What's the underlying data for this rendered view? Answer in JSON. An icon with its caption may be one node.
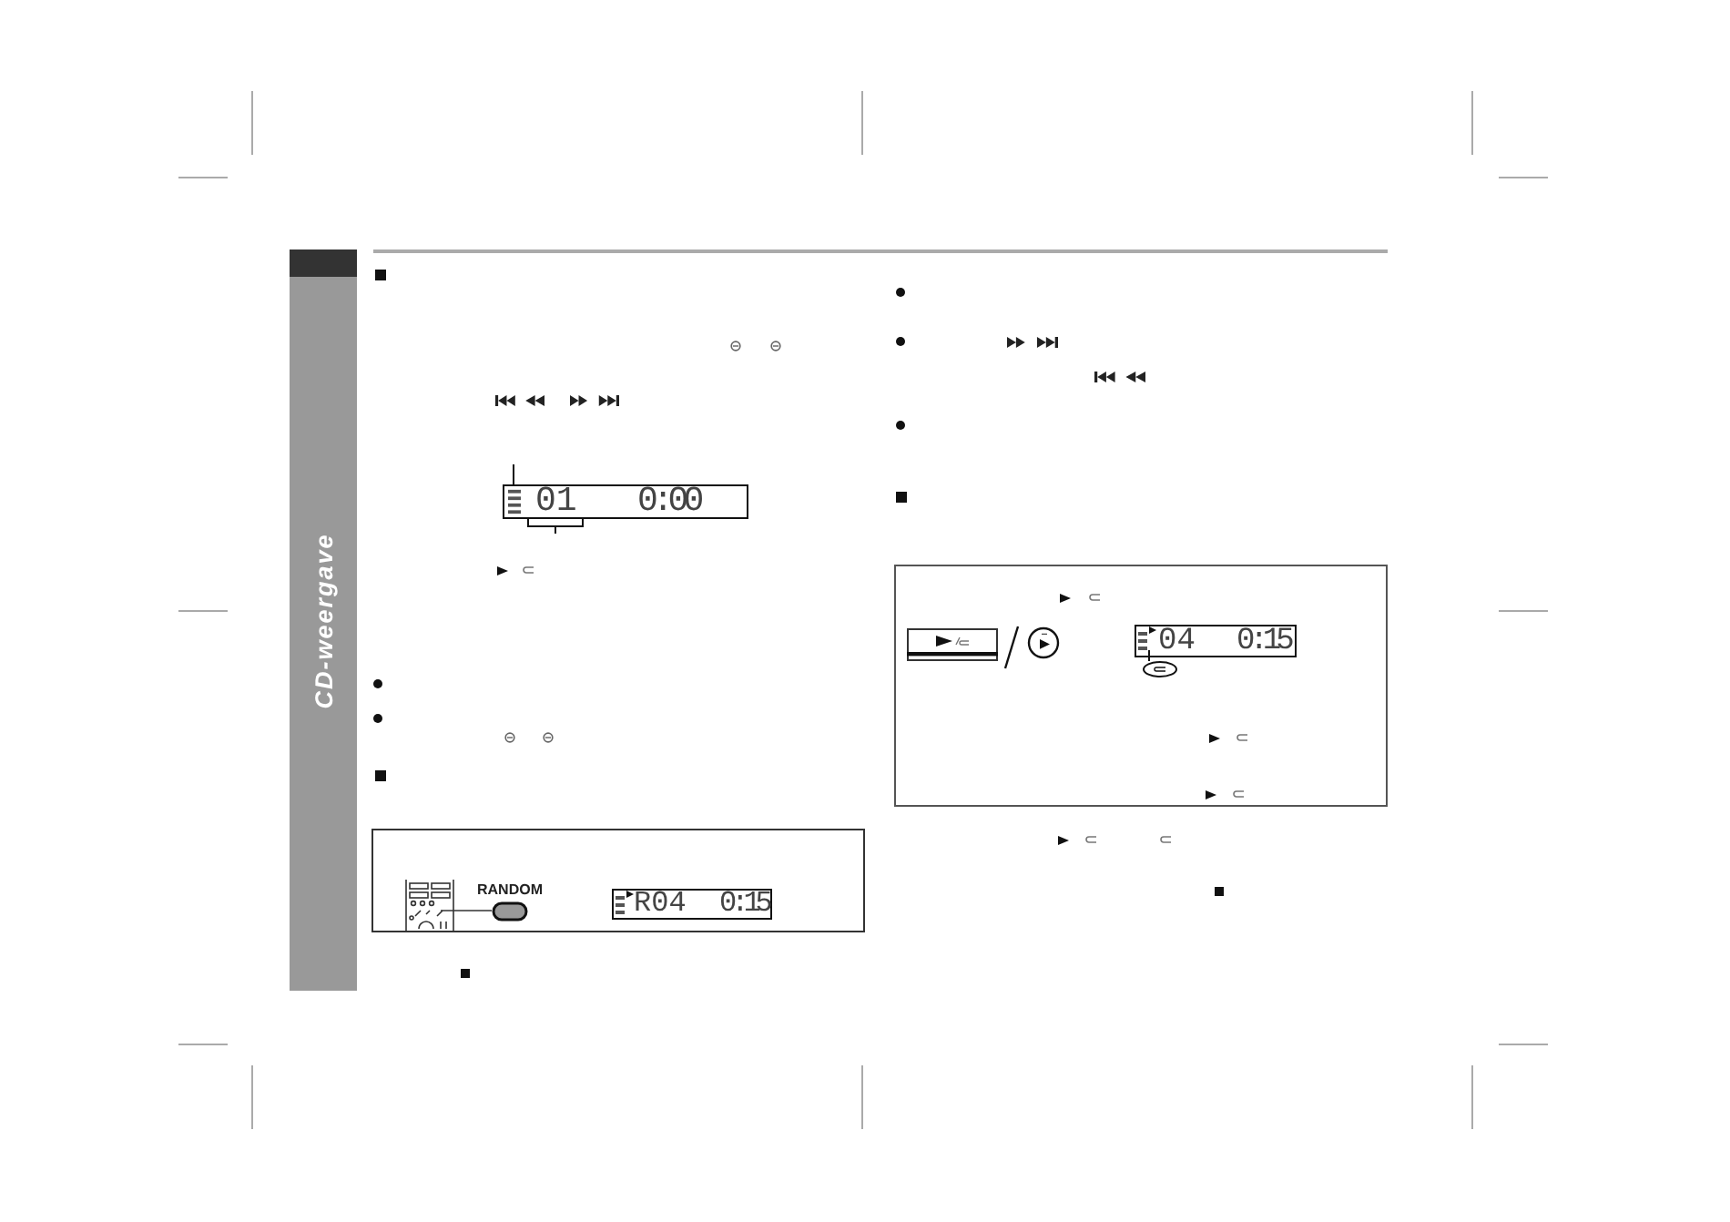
{
  "diagram": {
    "labels": [
      "CD-weergave",
      "01",
      "0:00",
      "RANDOM",
      "R04",
      "0:15",
      "04",
      "0:15"
    ]
  }
}
